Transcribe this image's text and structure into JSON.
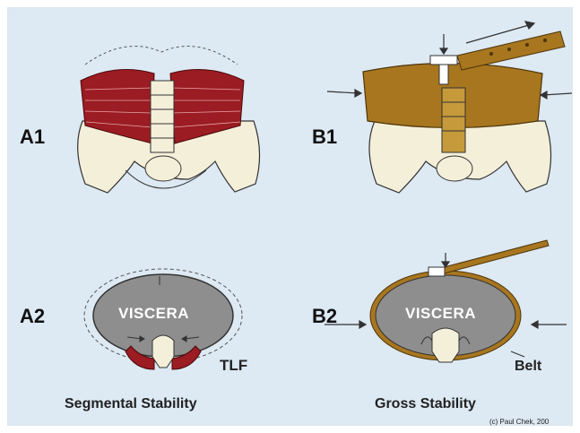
{
  "labels": {
    "a1": "A1",
    "a2": "A2",
    "b1": "B1",
    "b2": "B2"
  },
  "annotations": {
    "viscera_left": "VISCERA",
    "viscera_right": "VISCERA",
    "tlf": "TLF",
    "belt": "Belt"
  },
  "captions": {
    "left": "Segmental Stability",
    "right": "Gross Stability"
  },
  "copyright": "(c) Paul Chek, 200",
  "colors": {
    "background": "#dde9f3",
    "muscle": "#9b1c22",
    "belt": "#a7761f",
    "viscera": "#8e8e8e",
    "bone": "#f4efd9"
  }
}
